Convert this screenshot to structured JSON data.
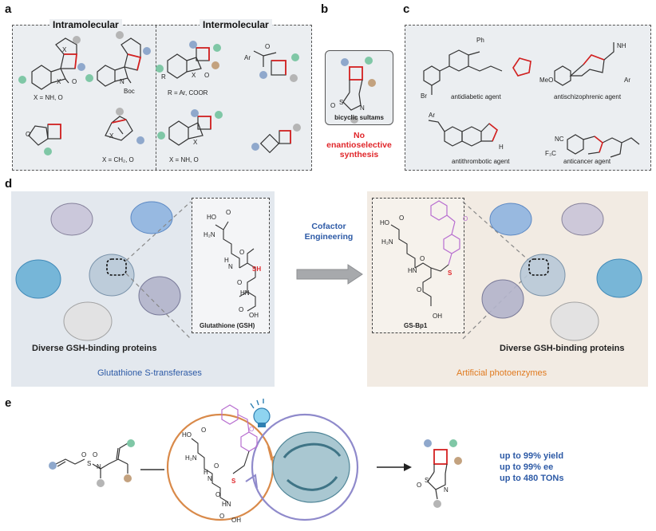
{
  "panel_labels": {
    "a": "a",
    "b": "b",
    "c": "c",
    "d": "d",
    "e": "e"
  },
  "panel_a": {
    "intramolecular": "Intramolecular",
    "intermolecular": "Intermolecular",
    "cap1": "X = NH, O",
    "cap2": "X = CH₂, O",
    "cap3": "R = Ar, COOR",
    "cap4": "X = NH, O",
    "boc": "Boc",
    "ar": "Ar",
    "x": "X",
    "r": "R",
    "o": "O",
    "n": "N"
  },
  "panel_b": {
    "caption": "bicyclic sultams",
    "note_line1": "No",
    "note_line2": "enantioselective",
    "note_line3": "synthesis"
  },
  "panel_c": {
    "agent1": "antidiabetic agent",
    "agent2": "antischizophrenic agent",
    "agent3": "antithrombotic agent",
    "agent4": "anticancer agent",
    "br": "Br",
    "ph": "Ph",
    "meo": "MeO",
    "ar": "Ar",
    "nc": "NC",
    "f3c": "F₃C",
    "nh": "NH",
    "h": "H"
  },
  "panel_d": {
    "gsh_name": "Glutathione (GSH)",
    "gsbp_name": "GS-Bp1",
    "arrow_line1": "Cofactor",
    "arrow_line2": "Engineering",
    "left_caption": "Diverse GSH-binding proteins",
    "right_caption": "Diverse GSH-binding proteins",
    "left_group": "Glutathione S-transferases",
    "right_group": "Artificial photoenzymes",
    "sh": "SH",
    "s": "S",
    "ho": "HO",
    "oh": "OH",
    "h2n": "H₂N",
    "hn": "HN",
    "h": "H",
    "n": "N",
    "o": "O"
  },
  "panel_e": {
    "result1": "up to 99% yield",
    "result2": "up to 99% ee",
    "result3": "up to 480 TONs",
    "s": "S",
    "o": "O",
    "n": "N"
  },
  "colors": {
    "blue_text": "#2d5aa6",
    "orange_text": "#e07a1f",
    "red_text": "#e0262a",
    "bond_red": "#d42020",
    "purple": "#b86fd0",
    "ball_blue": "#8fa8cc",
    "ball_green": "#7fc7a6",
    "ball_grey": "#b5b5b5",
    "ball_brown": "#c3a27f",
    "orange_circle": "#d98a4a",
    "purple_circle": "#8f8acb"
  }
}
